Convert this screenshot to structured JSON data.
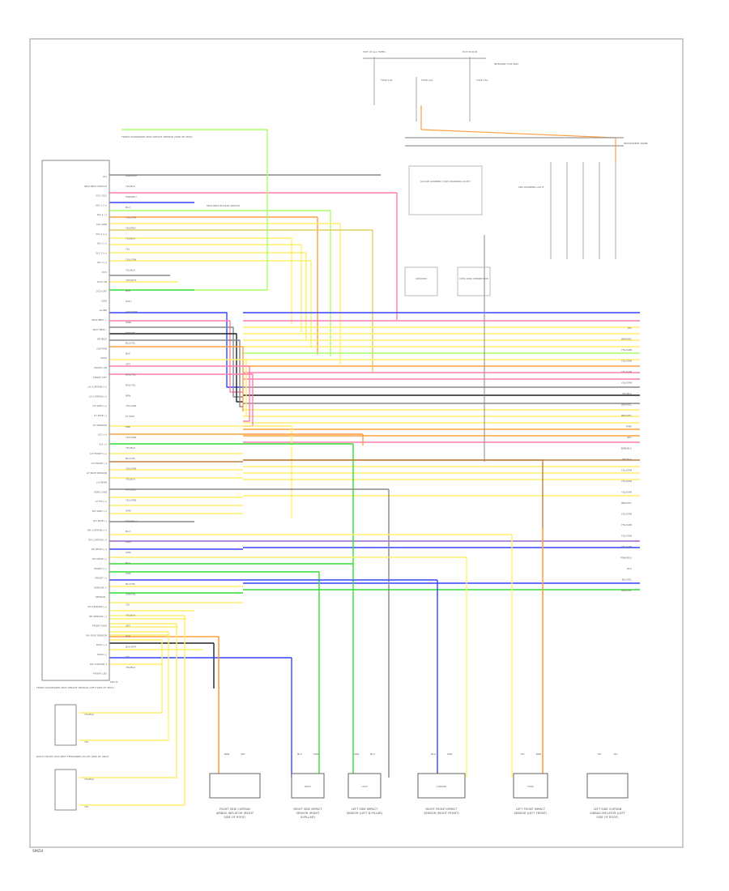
{
  "page_label": "S9654",
  "module_label": "SRS M",
  "top_labels": {
    "hot_left": "HOT AT ALL TIMES",
    "hot_right": "HOT IN RUN",
    "interior": "INTERIOR FUSE BOX",
    "fuse_a": "FUSE 10A",
    "fuse_b": "FUSE 10A",
    "fuse_c": "FUSE 15A",
    "splice": "INSTRUMENT PANEL",
    "gauge": "GAUGE ASSEMBLY (SRS WARNING LIGHT)",
    "warn": "SRS WARNING LIGHT",
    "left_sensor": "FRONT PASSENGER SEAT WEIGHT SENSOR (SIDE OF SEAT)",
    "data_link": "DATA LINK CONNECTOR",
    "ground": "GROUND",
    "right_sensor": "SEAT BELT BUCKLE SWITCH"
  },
  "pin_labels": [
    "IG1",
    "SEAT BELT SWITCH",
    "VCC-OCS",
    "SIG 1 (+)",
    "SIG 1 (-)",
    "SIG GND",
    "SIG 2 (+)",
    "SIG 2 (-)",
    "SIG 3 (+)",
    "SIG 3 (-)",
    "OCS",
    "OCS-ON",
    "OCS-OFF",
    "GND",
    "K-LINE",
    "SEAT BELT +",
    "SEAT BELT -",
    "DR BELT",
    "CURTAIN",
    "PASS",
    "FRONT ON",
    "FRONT OFF",
    "LH CURTAIN (+)",
    "LH CURTAIN (-)",
    "LH SIDE (+)",
    "LH SIDE (-)",
    "LH SENSOR",
    "IG1 (+)",
    "IG1 (-)",
    "LH FRONT (+)",
    "LH FRONT (-)",
    "LH SIDE SENSOR",
    "LH REAR",
    "SENS GND",
    "LH FR (+)",
    "RH SIDE (+)",
    "RH SIDE (-)",
    "RH CURTAIN (+)",
    "RH CURTAIN (-)",
    "RH REAR (+)",
    "RH REAR (-)",
    "FRONT (+)",
    "FRONT (-)",
    "SENSOR +",
    "SENSOR -",
    "RH SENSOR (+)",
    "RH SENSOR (-)",
    "FRONT GND",
    "RH SIDE SENSOR",
    "PASS (+)",
    "PASS (-)",
    "RH CURTAIN 2",
    "FRONT LED"
  ],
  "wire_labels": [
    "GRN/WHT",
    "YEL/BLU",
    "PINK/BLU",
    "BLU",
    "YEL/GRN",
    "YEL/RED",
    "YEL/BLK",
    "YEL",
    "YEL/GRN",
    "YEL/BLU",
    "YEL/WHT",
    "RED",
    "WHT",
    "GRN/WHT",
    "PINK",
    "BRN/YEL",
    "BLU/YEL",
    "BLK",
    "GRY",
    "BRN/YEL",
    "RED/YEL",
    "BRN",
    "YEL/GRN",
    "LT GRN",
    "PNK",
    "YEL/GRN",
    "YEL/BLU",
    "BLU/YEL",
    "YEL/GRN",
    "YEL/BLU",
    "ORN/BLU",
    "YEL/GRN",
    "GRN",
    "PINK/BLU",
    "BLU",
    "GRN",
    "GRN",
    "BLU",
    "GRN",
    "BLU/YEL",
    "GRN/YEL",
    "YEL",
    "YEL/BLK",
    "GRY",
    "RED",
    "BLK/WHT",
    "YEL",
    "YEL/BLU"
  ],
  "right_wire_labels": [
    "YEL",
    "BRN/YEL",
    "YEL/GRN",
    "YEL/GRN",
    "YEL/GRN",
    "YEL/GRN",
    "YEL/BLU",
    "BRN/YEL",
    "BRN/YEL",
    "PINK",
    "GRY",
    "BRN/BLU",
    "YEL/BLU",
    "YEL/GRN",
    "YEL/GRN",
    "YEL/GRN",
    "BRN/YEL",
    "YEL/GRN",
    "YEL/GRN",
    "YEL/GRN",
    "YEL/GRN",
    "PINK/BLU",
    "BLU",
    "BLU/YEL",
    "BRN/YEL"
  ],
  "bottom_components": [
    {
      "box": "",
      "caption": "RIGHT SIDE CURTAIN AIRBAG INFLATOR (RIGHT SIDE OF ROOF)",
      "w1": "BRN",
      "w2": "GRY"
    },
    {
      "box": "RSFS",
      "caption": "RIGHT SIDE IMPACT SENSOR (RIGHT B-PILLAR)",
      "w1": "BLU",
      "w2": "GRN"
    },
    {
      "box": "LSCS",
      "caption": "LEFT SIDE IMPACT SENSOR (LEFT B-PILLAR)",
      "w1": "GRN",
      "w2": "BLU"
    },
    {
      "box": "CURSOR",
      "caption": "RIGHT FRONT IMPACT SENSOR (RIGHT FRONT)",
      "w1": "BLU",
      "w2": "GRN"
    },
    {
      "box": "FUSE",
      "caption": "LEFT FRONT IMPACT SENSOR (LEFT FRONT)",
      "w1": "YEL",
      "w2": "BRN"
    },
    {
      "box": "",
      "caption": "LEFT SIDE CURTAIN AIRBAG INFLATOR (LEFT SIDE OF ROOF)",
      "w1": "YEL",
      "w2": "YEL"
    }
  ],
  "left_bottom": {
    "top_text": "FRONT PASSENGER SEAT WEIGHT SENSOR (LEFT SIDE OF SEAT)",
    "bottom_text": "RIGHT FRONT SEAT BELT TENSIONER (RIGHT SIDE OF SEAT)",
    "w1": "YEL/BLK",
    "w2": "YEL",
    "w3": "YEL/BLK",
    "w4": "YEL"
  },
  "colors": {
    "pink": "#ff7fae",
    "yellow": "#ffef6a",
    "green": "#33dd33",
    "lightgreen": "#aaff66",
    "orange": "#ffa040",
    "blue": "#3344ff",
    "gray": "#888888",
    "black": "#222222",
    "brown": "#c08040",
    "red": "#ff4444",
    "purple": "#9966cc",
    "tan": "#e0d060"
  }
}
